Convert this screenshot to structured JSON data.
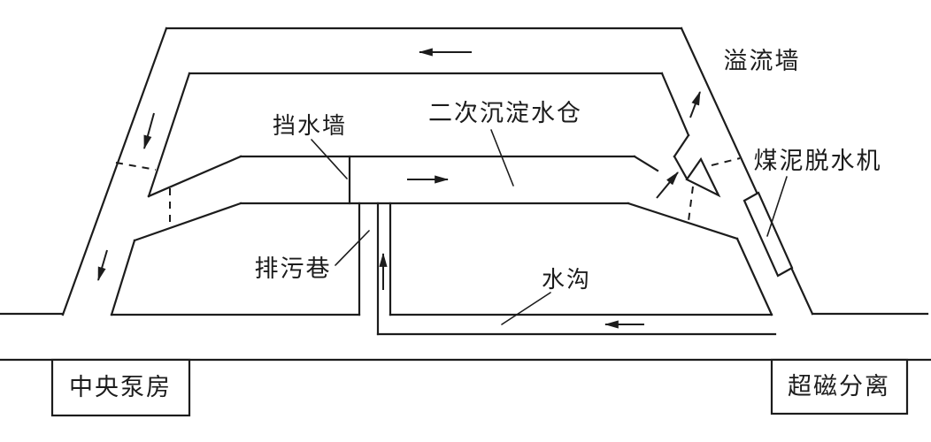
{
  "diagram": {
    "title_present": false,
    "colors": {
      "line": "#1c1c1c",
      "background": "#ffffff"
    },
    "labels": {
      "overflow_wall": {
        "text": "溢流墙"
      },
      "water_retaining_wall": {
        "text": "挡水墙"
      },
      "secondary_settling_sump": {
        "text": "二次沉淀水仓"
      },
      "slime_dewatering_machine": {
        "text": "煤泥脱水机"
      },
      "sewage_drain_lane": {
        "text": "排污巷"
      },
      "water_ditch": {
        "text": "水沟"
      },
      "central_pump_house": {
        "text": "中央泵房"
      },
      "super_magnetic_separation": {
        "text": "超磁分离"
      }
    },
    "flow_arrows": [
      {
        "name": "top-channel-flow",
        "direction": "left"
      },
      {
        "name": "left-channel-flow-upper",
        "direction": "down"
      },
      {
        "name": "left-channel-flow-lower",
        "direction": "down"
      },
      {
        "name": "sump-flow",
        "direction": "right"
      },
      {
        "name": "weir-overflow",
        "direction": "up-right"
      },
      {
        "name": "right-channel-flow",
        "direction": "up"
      },
      {
        "name": "riser-flow",
        "direction": "up"
      },
      {
        "name": "ditch-flow",
        "direction": "left"
      }
    ]
  }
}
